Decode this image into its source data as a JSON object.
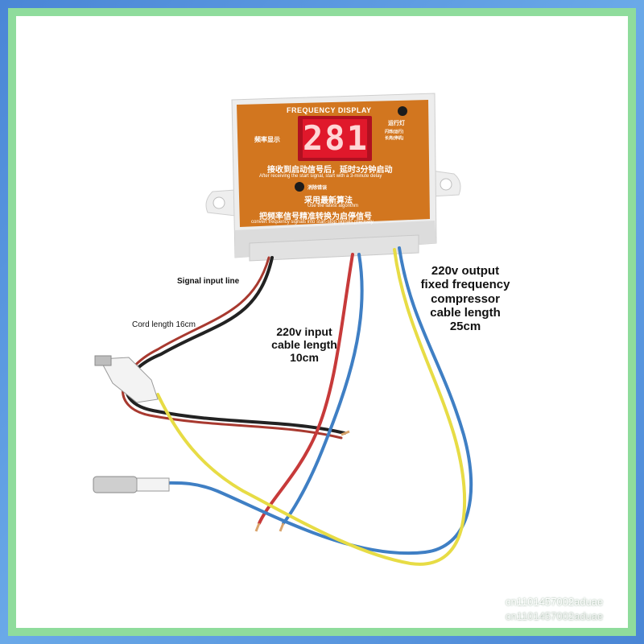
{
  "device": {
    "panel_title": "FREQUENCY DISPLAY",
    "display_value": "281",
    "display_label_cn": "频率显示",
    "run_indicator_cn": "运行灯",
    "run_indicator_sub1_cn": "闪烁(运行)",
    "run_indicator_sub2_cn": "长亮(停机)",
    "delay_text_cn": "接收到启动信号后，延时3分钟启动",
    "delay_text_en": "After receiving the start signal, start with a 3-minute delay",
    "button_label_cn": "消除错误",
    "algo_text_cn": "采用最新算法",
    "algo_text_en": "Use the latest algorithm",
    "convert_text_cn": "把频率信号精准转换为启停信号",
    "convert_text_en": "convert frequency signals into start-stop signals precisely"
  },
  "annotations": {
    "signal_input": "Signal input line",
    "cord_length": "Cord length 16cm",
    "input_220": [
      "220v input",
      "cable length",
      "10cm"
    ],
    "output_220": [
      "220v output",
      "fixed frequency",
      "compressor",
      "cable length",
      "25cm"
    ]
  },
  "watermark": {
    "line1": "cn1101457002aduae",
    "line2": "cn1101457002aduae"
  },
  "colors": {
    "panel": "#d2761f",
    "display_bg": "#e0182b",
    "digits": "#ffd6d6",
    "wire_red": "#c73a3a",
    "wire_blue": "#3f7fc4",
    "wire_yellow": "#e7dc45",
    "wire_black": "#222222"
  }
}
